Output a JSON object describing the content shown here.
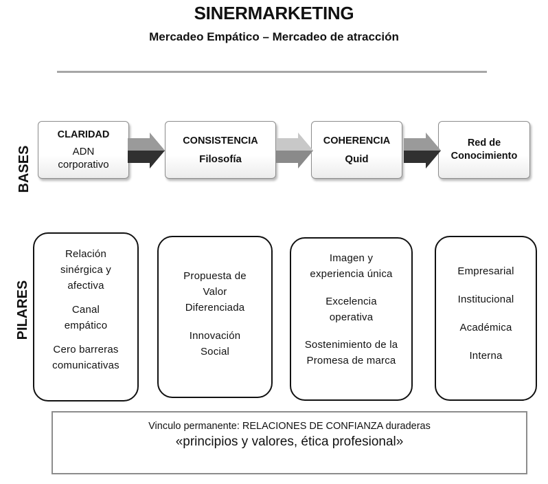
{
  "header": {
    "title": "SINERMARKETING",
    "subtitle": "Mercadeo Empático – Mercadeo de atracción"
  },
  "bases": {
    "label": "BASES",
    "boxes": [
      {
        "title": "CLARIDAD",
        "subtitle": "ADN corporativo"
      },
      {
        "title": "CONSISTENCIA",
        "subtitle": "Filosofía"
      },
      {
        "title": "COHERENCIA",
        "subtitle": "Quid"
      },
      {
        "title": "Red de Conocimiento",
        "subtitle": ""
      }
    ]
  },
  "pilares": {
    "label": "PILARES",
    "columns": [
      {
        "items": [
          "Relación sinérgica y afectiva",
          "Canal empático",
          "Cero barreras comunicativas"
        ]
      },
      {
        "items": [
          "Propuesta de Valor Diferenciada",
          "Innovación Social"
        ]
      },
      {
        "items": [
          "Imagen y experiencia única",
          "Excelencia operativa",
          "Sostenimiento de la Promesa de marca"
        ]
      },
      {
        "items": [
          "Empresarial",
          "Institucional",
          "Académica",
          "Interna"
        ]
      }
    ]
  },
  "footer": {
    "line1": "Vinculo permanente: RELACIONES DE CONFIANZA duraderas",
    "line2": "«principios y valores, ética profesional»"
  },
  "colors": {
    "arrow_dark": "#4a4a4a",
    "arrow_light": "#9a9a9a",
    "rule": "#a6a6a6",
    "box_border": "#8c8c8c",
    "pillar_border": "#111111"
  }
}
